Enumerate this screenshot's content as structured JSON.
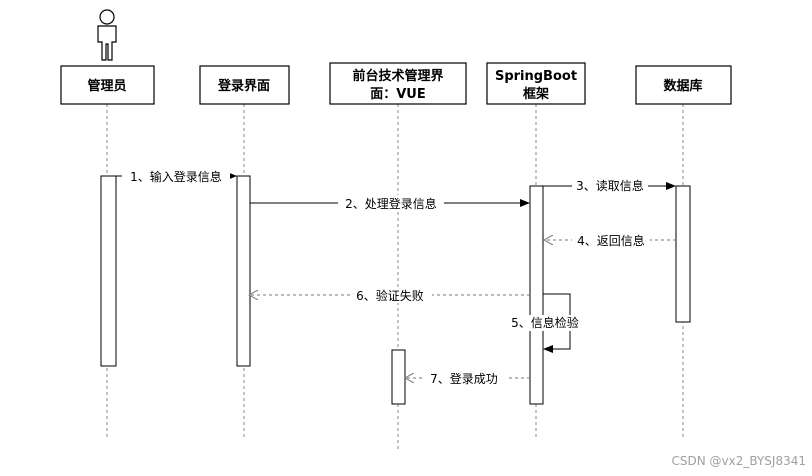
{
  "participants": [
    {
      "id": "admin",
      "lines": [
        "管理员"
      ]
    },
    {
      "id": "login",
      "lines": [
        "登录界面"
      ]
    },
    {
      "id": "frontend",
      "lines": [
        "前台技术管理界",
        "面：VUE"
      ]
    },
    {
      "id": "springboot",
      "lines": [
        "SpringBoot",
        "框架"
      ]
    },
    {
      "id": "database",
      "lines": [
        "数据库"
      ]
    }
  ],
  "messages": [
    {
      "from": "admin",
      "to": "login",
      "label": "1、输入登录信息",
      "style": "solid"
    },
    {
      "from": "login",
      "to": "springboot",
      "label": "2、处理登录信息",
      "style": "solid"
    },
    {
      "from": "springboot",
      "to": "database",
      "label": "3、读取信息",
      "style": "solid"
    },
    {
      "from": "database",
      "to": "springboot",
      "label": "4、返回信息",
      "style": "dashed"
    },
    {
      "from": "springboot",
      "to": "login",
      "label": "6、验证失败",
      "style": "dashed"
    },
    {
      "from": "springboot",
      "to": "springboot",
      "label": "5、信息检验",
      "style": "self"
    },
    {
      "from": "springboot",
      "to": "frontend",
      "label": "7、登录成功",
      "style": "dashed"
    }
  ],
  "watermark": "CSDN @vx2_BYSJ8341"
}
